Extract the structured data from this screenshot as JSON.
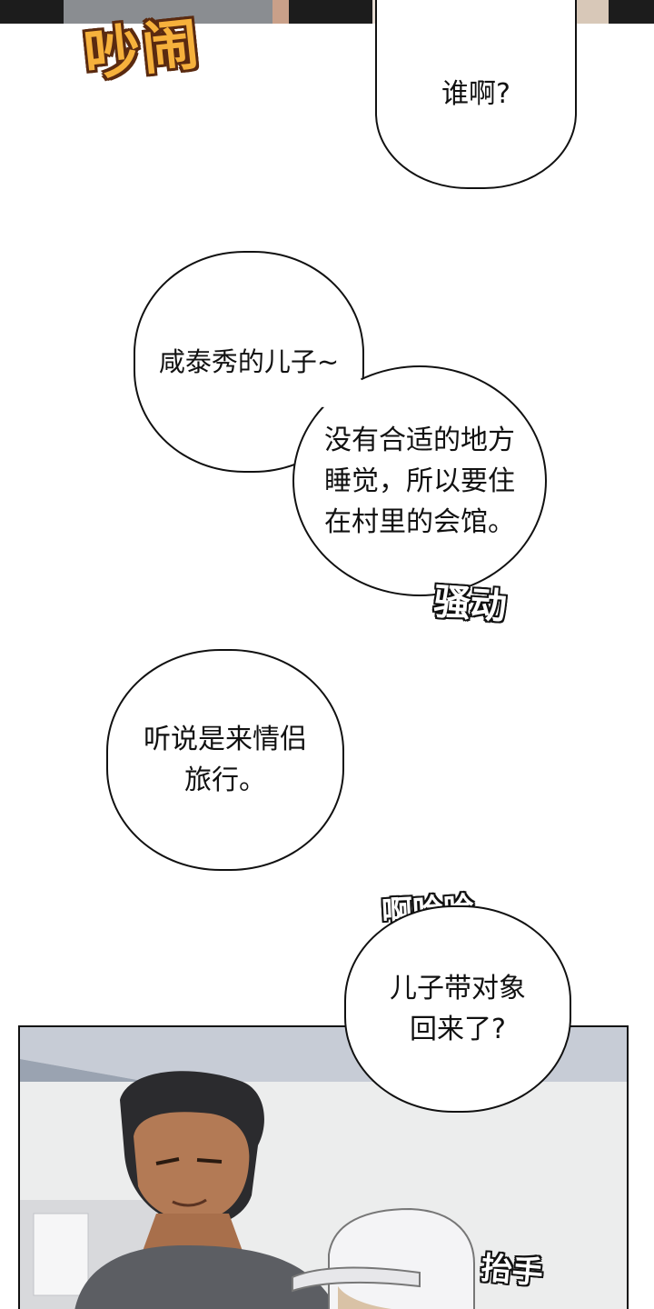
{
  "sfx": {
    "noisy": "吵闹",
    "stir": "骚动",
    "laugh": "啊哈哈",
    "raise_hand": "抬手"
  },
  "bubbles": {
    "who": "谁啊?",
    "son": "咸泰秀的儿子~",
    "no_place": "没有合适的地方\n睡觉，所以要住\n在村里的会馆。",
    "couple_trip": "听说是来情侣\n旅行。",
    "bring_partner": "儿子带对象\n回来了?"
  },
  "colors": {
    "background": "#ffffff",
    "sfx_orange": "#f6b13c",
    "outline": "#111111"
  }
}
